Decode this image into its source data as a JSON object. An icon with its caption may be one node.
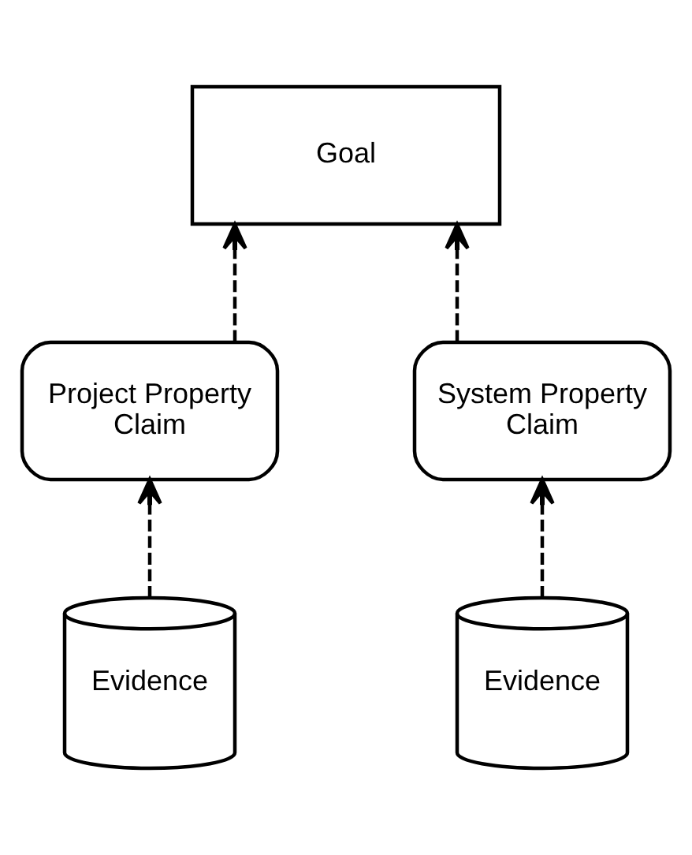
{
  "diagram": {
    "nodes": [
      {
        "text": [
          "Goal"
        ]
      },
      {
        "text": [
          "Project Property Claim"
        ]
      },
      {
        "text": [
          "System Property Claim"
        ]
      },
      {
        "text": [
          "Evidence"
        ]
      },
      {
        "text": [
          "Evidence"
        ]
      }
    ],
    "edges": [
      {
        "from": 1,
        "to": 0,
        "arrow": "to",
        "style": "dashed"
      },
      {
        "from": 2,
        "to": 0,
        "arrow": "to",
        "style": "dashed"
      },
      {
        "from": 3,
        "to": 1,
        "arrow": "to",
        "style": "dashed"
      },
      {
        "from": 4,
        "to": 2,
        "arrow": "to",
        "style": "dashed"
      }
    ]
  }
}
